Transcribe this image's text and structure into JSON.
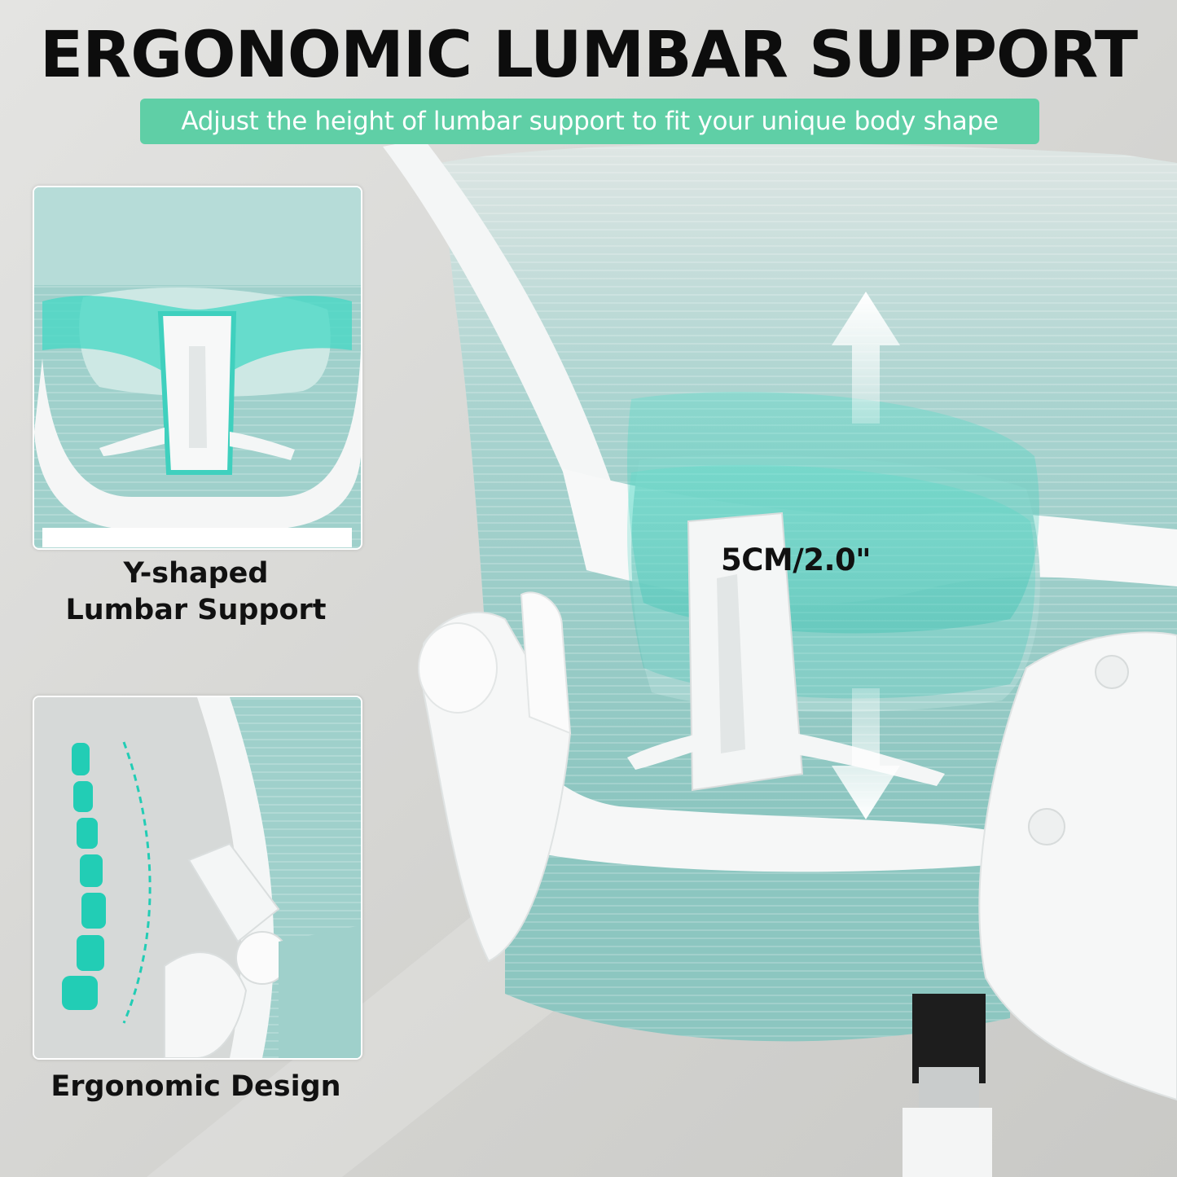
{
  "header": {
    "title": "ERGONOMIC LUMBAR SUPPORT",
    "subtitle": "Adjust the height of lumbar support to fit your unique body shape"
  },
  "main_image": {
    "measurement_label": "5CM/2.0\""
  },
  "insets": [
    {
      "caption_line1": "Y-shaped",
      "caption_line2": "Lumbar Support"
    },
    {
      "caption_line1": "Ergonomic Design"
    }
  ],
  "colors": {
    "accent": "#5fcfa6",
    "mesh": "#8fc9c3",
    "highlight": "#3fd9c4",
    "frame": "#f4f6f6",
    "background": "#d9d9d7"
  },
  "icons": [
    "up-arrow-icon",
    "down-arrow-icon",
    "spine-icon"
  ]
}
